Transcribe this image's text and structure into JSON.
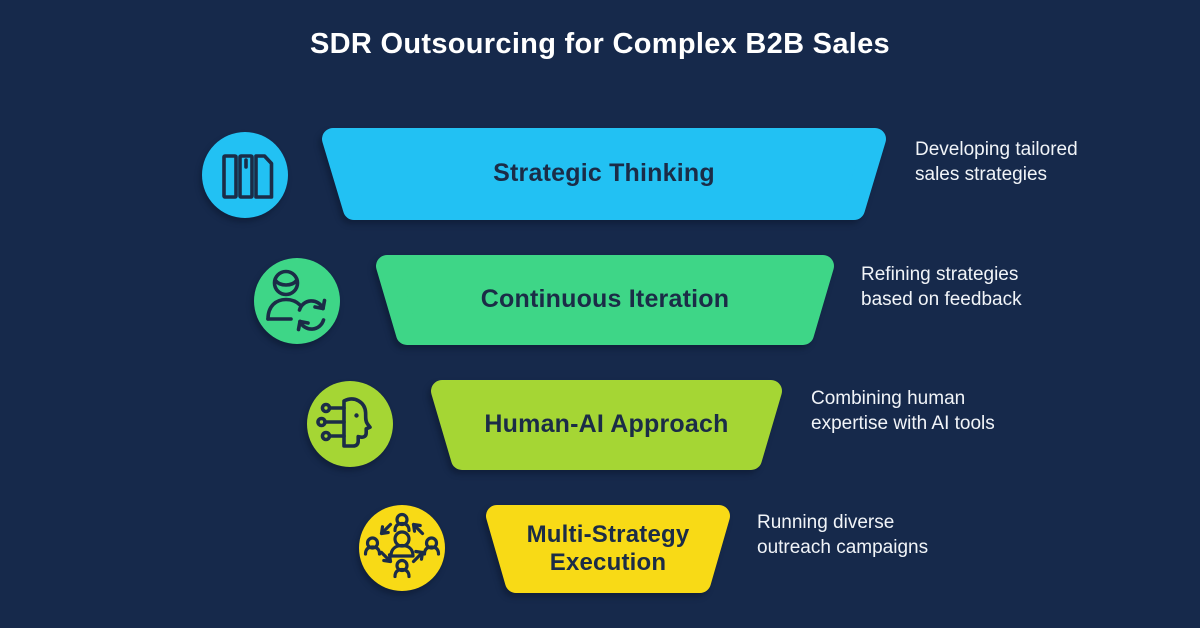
{
  "title": "SDR Outsourcing for Complex B2B Sales",
  "theme": {
    "background_color": "#16294B",
    "title_color": "#FFFFFF",
    "stage_text_color": "#1B2C47",
    "description_text_color": "#F1F4F8"
  },
  "funnel": {
    "type": "funnel",
    "rows": [
      {
        "label": "Strategic Thinking",
        "description": "Developing tailored\nsales strategies",
        "color": "#22C1F3",
        "icon": "strategy-documents-icon"
      },
      {
        "label": "Continuous Iteration",
        "description": "Refining strategies\nbased on feedback",
        "color": "#3ED687",
        "icon": "person-refresh-icon"
      },
      {
        "label": "Human-AI Approach",
        "description": "Combining human\nexpertise with AI tools",
        "color": "#A5D634",
        "icon": "ai-head-icon"
      },
      {
        "label": "Multi-Strategy\nExecution",
        "description": "Running diverse\noutreach campaigns",
        "color": "#F8DA16",
        "icon": "people-network-icon"
      }
    ]
  }
}
